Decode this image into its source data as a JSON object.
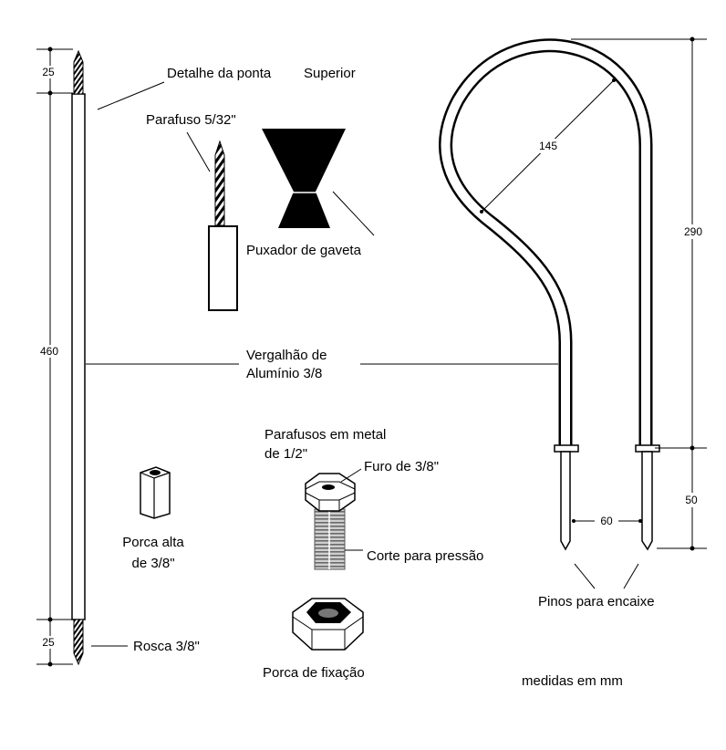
{
  "labels": {
    "detail_top": "Detalhe da ponta",
    "detail_top_2": "Superior",
    "screw": "Parafuso 5/32\"",
    "drawer_handle": "Puxador de gaveta",
    "rod_line1": "Vergalhão de",
    "rod_line2": "Alumínio 3/8",
    "bolts_line1": "Parafusos em metal",
    "bolts_line2": "de 1/2\"",
    "hole": "Furo de 3/8\"",
    "cut": "Corte para pressão",
    "tall_nut_line1": "Porca alta",
    "tall_nut_line2": "de 3/8\"",
    "thread": "Rosca 3/8\"",
    "fix_nut": "Porca de fixação",
    "pins": "Pinos para encaixe",
    "units": "medidas em mm"
  },
  "dimensions": {
    "top_tip": "25",
    "rod_length": "460",
    "bottom_tip": "25",
    "loop_diameter": "145",
    "loop_height": "290",
    "pin_length": "50",
    "pin_spacing": "60"
  },
  "colors": {
    "ink": "#000000",
    "paper": "#ffffff"
  }
}
